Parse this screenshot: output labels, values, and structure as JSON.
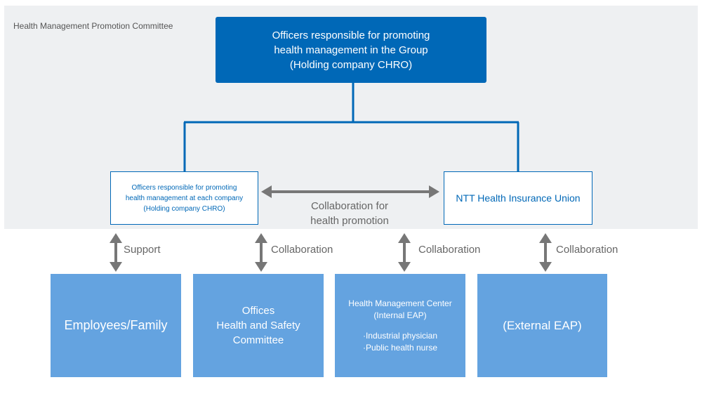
{
  "committee_label": "Health Management Promotion Committee",
  "top_box": {
    "line1": "Officers responsible for promoting",
    "line2": "health management in the Group",
    "line3": "(Holding company CHRO)"
  },
  "left_box": {
    "line1": "Officers responsible for promoting",
    "line2": "health management at each company",
    "line3": "(Holding company CHRO)"
  },
  "right_box": {
    "label": "NTT Health Insurance Union"
  },
  "center_collab": {
    "line1": "Collaboration for",
    "line2": "health promotion"
  },
  "arrows": {
    "support": "Support",
    "collab1": "Collaboration",
    "collab2": "Collaboration",
    "collab3": "Collaboration"
  },
  "bottom_boxes": {
    "employees": "Employees/Family",
    "offices": {
      "line1": "Offices",
      "line2": "Health and Safety",
      "line3": "Committee"
    },
    "hmc": {
      "line1": "Health Management Center",
      "line2": "(Internal EAP)",
      "items": [
        "Industrial physician",
        "Public health nurse"
      ]
    },
    "external": "(External EAP)"
  },
  "colors": {
    "dark_blue": "#0068b7",
    "light_blue": "#64a3e0",
    "panel_gray": "#eef0f2",
    "arrow_gray": "#777777"
  }
}
